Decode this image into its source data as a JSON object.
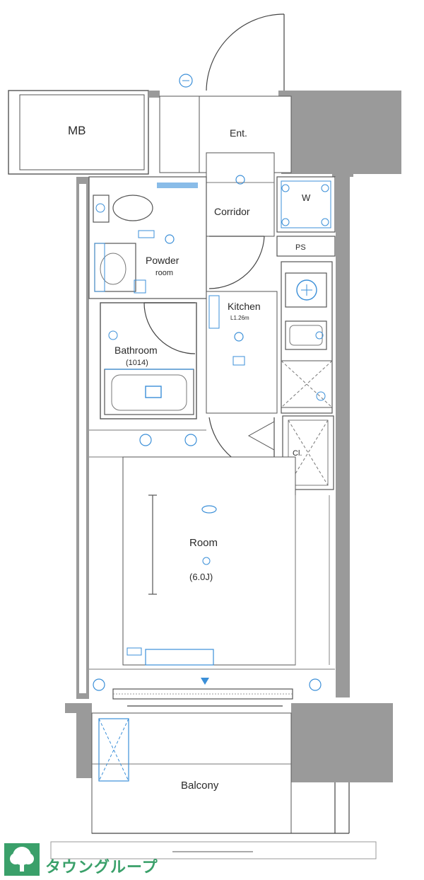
{
  "rooms": {
    "mb": "MB",
    "entrance": "Ent.",
    "corridor": "Corridor",
    "w": "W",
    "ps": "PS",
    "powder": "Powder",
    "powder_sub": "room",
    "kitchen": "Kitchen",
    "kitchen_sub": "L1.26m",
    "bathroom": "Bathroom",
    "bathroom_sub": "(1014)",
    "cl": "Cl.",
    "room": "Room",
    "room_size": "(6.0J)",
    "balcony": "Balcony"
  },
  "logo": {
    "text": "タウングループ"
  },
  "colors": {
    "wall": "#9a9a9a",
    "fixture": "#3b8fd8",
    "logo": "#3aa06a"
  }
}
